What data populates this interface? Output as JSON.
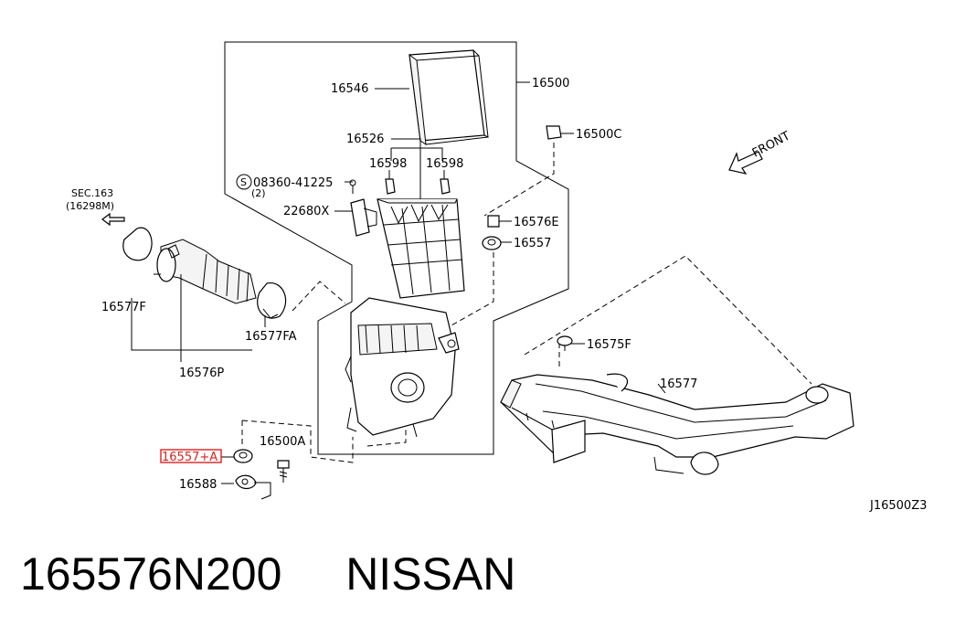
{
  "diagram": {
    "labels": {
      "p16546": "16546",
      "p16500": "16500",
      "p16500C": "16500C",
      "p16526": "16526",
      "p16598a": "16598",
      "p16598b": "16598",
      "screw_code": "08360-41225",
      "screw_qty": "(2)",
      "screw_symbol": "S",
      "p22680X": "22680X",
      "p16576E": "16576E",
      "p16557": "16557",
      "front": "FRONT",
      "sec": "SEC.163",
      "sec_ref": "(16298M)",
      "p16577F": "16577F",
      "p16577FA": "16577FA",
      "p16576P": "16576P",
      "p16575F": "16575F",
      "p16577": "16577",
      "p16500A": "16500A",
      "p16557A": "16557+A",
      "p16588": "16588",
      "diagram_code": "J16500Z3"
    },
    "highlight_color": "#e0201b"
  },
  "caption": {
    "part_number": "165576N200",
    "brand": "NISSAN"
  }
}
